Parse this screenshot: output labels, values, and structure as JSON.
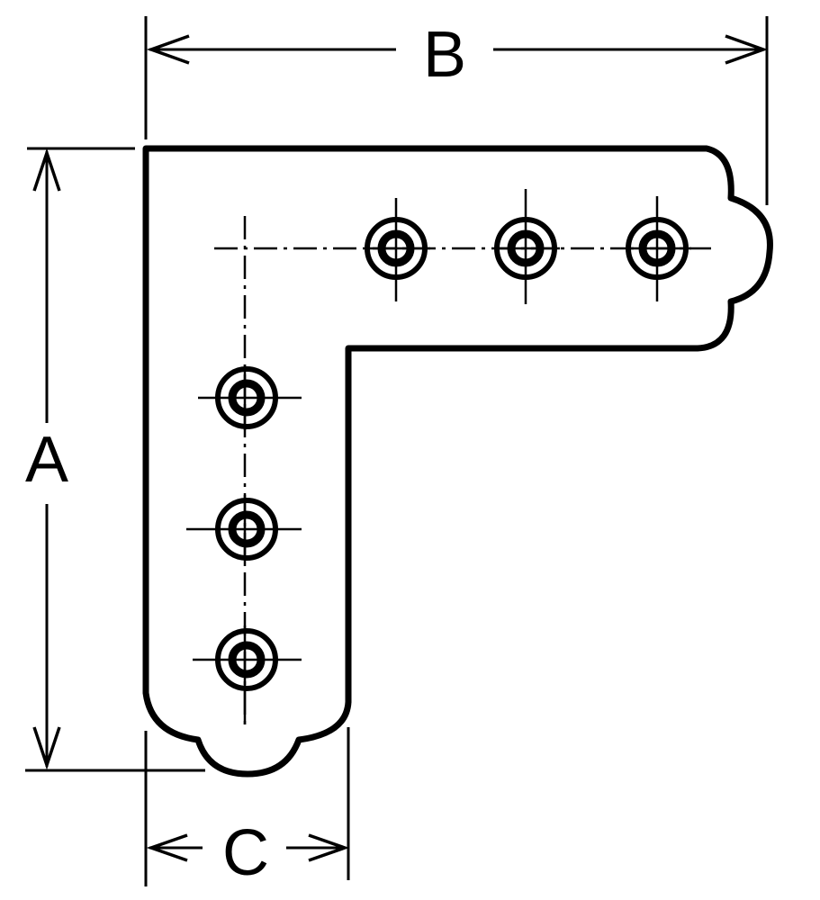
{
  "diagram": {
    "labels": {
      "a": "A",
      "b": "B",
      "c": "C"
    },
    "colors": {
      "ink": "#000000",
      "paper": "#ffffff"
    },
    "holes": {
      "horizontal_leg_count": 3,
      "vertical_leg_count": 3
    }
  }
}
